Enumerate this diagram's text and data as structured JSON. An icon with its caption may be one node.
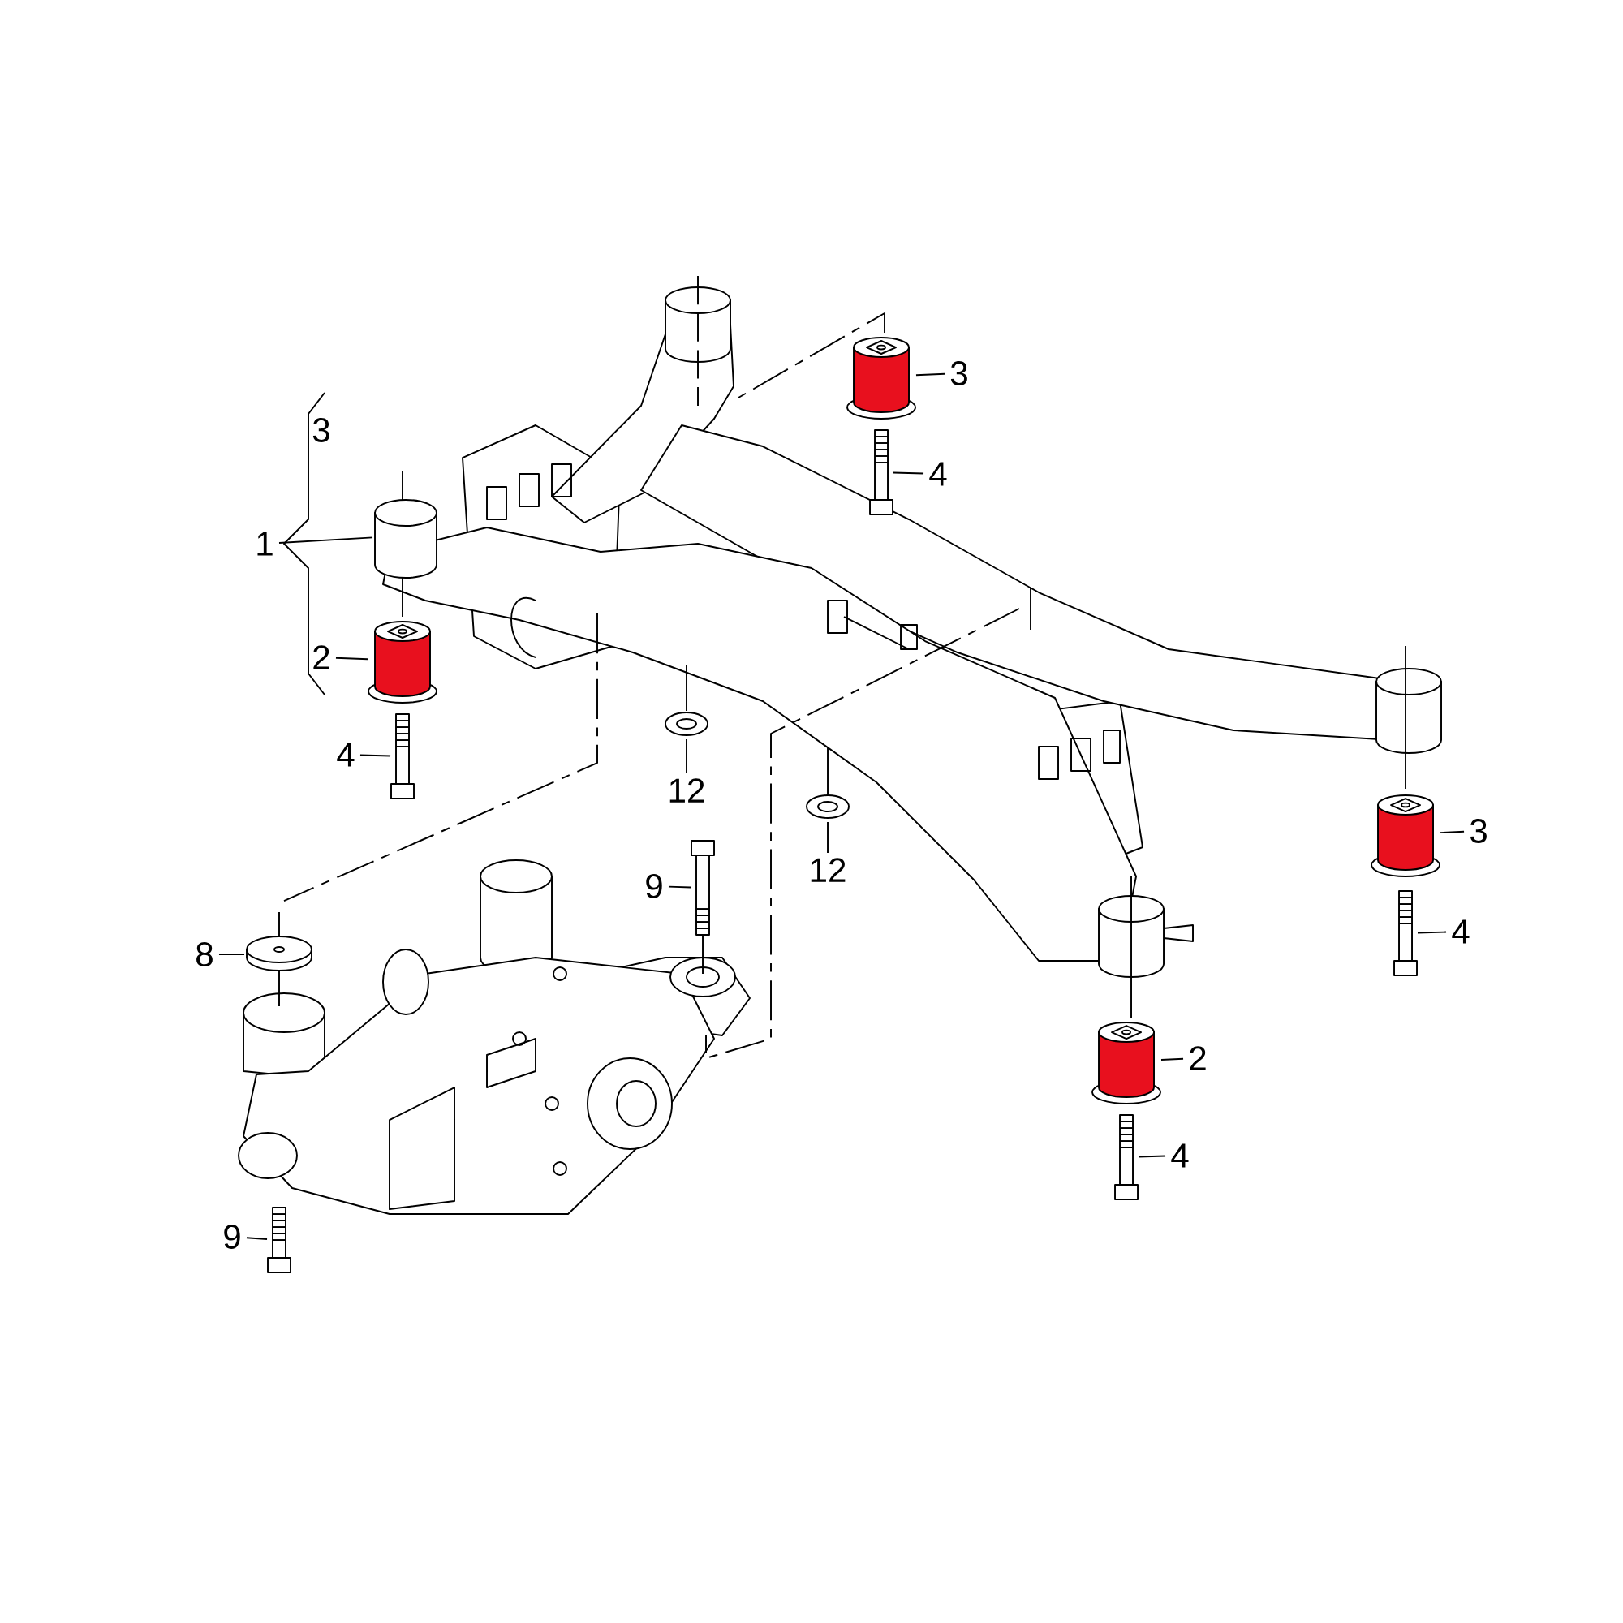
{
  "diagram": {
    "nodes": [
      {
        "text": [
          "1"
        ]
      },
      {
        "text": [],
        "shape": "tube"
      },
      {
        "text": [
          "2"
        ]
      },
      {
        "text": [],
        "shape": "cylinder"
      },
      {
        "text": [
          "4"
        ]
      },
      {
        "text": [],
        "shape": "bolt"
      },
      {
        "text": [
          "3"
        ]
      },
      {
        "text": [],
        "shape": "cylinder"
      },
      {
        "text": [
          "4"
        ]
      },
      {
        "text": [],
        "shape": "bolt"
      },
      {
        "text": [
          "12"
        ]
      },
      {
        "text": [],
        "shape": "clip"
      },
      {
        "text": [
          "12"
        ]
      },
      {
        "text": [],
        "shape": "clip"
      },
      {
        "text": [
          "3"
        ]
      },
      {
        "text": [],
        "shape": "cylinder"
      },
      {
        "text": [
          "4"
        ]
      },
      {
        "text": [],
        "shape": "bolt"
      },
      {
        "text": [
          "2"
        ]
      },
      {
        "text": [],
        "shape": "cylinder"
      },
      {
        "text": [
          "4"
        ]
      },
      {
        "text": [],
        "shape": "bolt"
      },
      {
        "text": [
          "8"
        ]
      },
      {
        "text": [],
        "shape": "disc"
      },
      {
        "text": [
          "9"
        ]
      },
      {
        "text": [],
        "shape": "bolt"
      },
      {
        "text": [
          "9"
        ]
      },
      {
        "text": [],
        "shape": "bolt"
      }
    ],
    "edges": [
      {
        "from": 0,
        "to": 1,
        "arrow": "none"
      },
      {
        "from": 2,
        "to": 3,
        "arrow": "none"
      },
      {
        "from": 4,
        "to": 5,
        "arrow": "none"
      },
      {
        "from": 6,
        "to": 7,
        "arrow": "none"
      },
      {
        "from": 8,
        "to": 9,
        "arrow": "none"
      },
      {
        "from": 10,
        "to": 11,
        "arrow": "none"
      },
      {
        "from": 12,
        "to": 13,
        "arrow": "none"
      },
      {
        "from": 14,
        "to": 15,
        "arrow": "none"
      },
      {
        "from": 16,
        "to": 17,
        "arrow": "none"
      },
      {
        "from": 18,
        "to": 19,
        "arrow": "none"
      },
      {
        "from": 20,
        "to": 21,
        "arrow": "none"
      },
      {
        "from": 22,
        "to": 23,
        "arrow": "none"
      },
      {
        "from": 24,
        "to": 25,
        "arrow": "none"
      },
      {
        "from": 26,
        "to": 27,
        "arrow": "none"
      }
    ],
    "labels": [
      "3"
    ]
  }
}
